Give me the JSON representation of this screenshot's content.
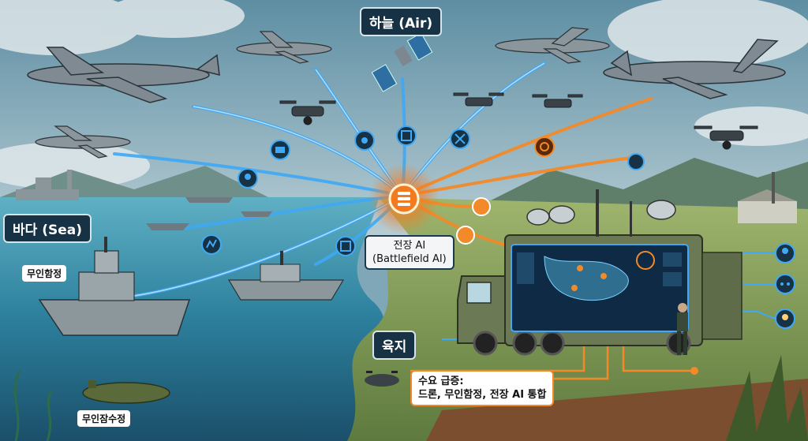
{
  "labels": {
    "air": "하늘 (Air)",
    "sea": "바다 (Sea)",
    "land": "육지",
    "usv": "무인함정",
    "uuv": "무인잠수정",
    "ai_line1": "전장 AI",
    "ai_line2": "(Battlefield AI)",
    "note_line1": "수요 급증:",
    "note_line2": "드론, 무인함정, 전장 AI 통합"
  },
  "colors": {
    "blue_link": "#3fa9f5",
    "orange_link": "#f28a2a",
    "hub": "#f47a1f",
    "navy": "#163244"
  },
  "icons": [
    "server-icon",
    "satellite-icon",
    "drone-icon",
    "target-icon",
    "location-icon",
    "radar-dish-icon",
    "camera-icon",
    "user-icon",
    "network-icon",
    "lightbulb-icon"
  ]
}
